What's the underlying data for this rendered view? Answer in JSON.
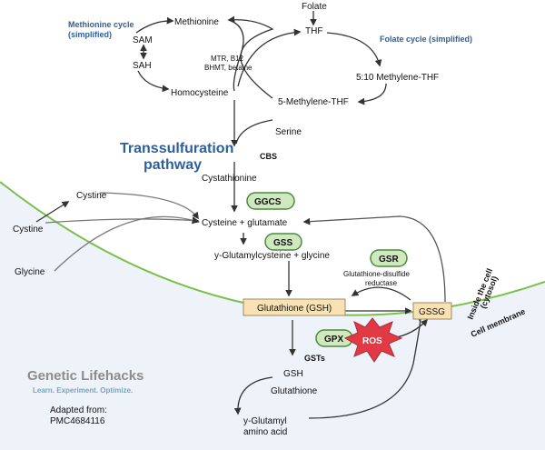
{
  "titles": {
    "methionine_cycle": [
      "Methionine cycle",
      "(simplified)"
    ],
    "folate_cycle": "Folate cycle (simplified)",
    "transsulfuration": [
      "Transsulfuration",
      "pathway"
    ]
  },
  "metabolites": {
    "methionine": "Methionine",
    "sam": "SAM",
    "sah": "SAH",
    "homocysteine": "Homocysteine",
    "folate": "Folate",
    "thf": "THF",
    "methylene_thf": "5:10 Methylene-THF",
    "methyl_thf": "5-Methylene-THF",
    "serine": "Serine",
    "cystathionine": "Cystathionine",
    "cystine_outside": "Cystine",
    "cystine_inside": "Cystine",
    "glycine": "Glycine",
    "cysteine_glutamate": "Cysteine + glutamate",
    "glutamylcysteine_glycine": "y-Glutamylcysteine + glycine",
    "gsh_box": "Glutathione (GSH)",
    "gssg_box": "GSSG",
    "gsh_out": "GSH",
    "glutathione_out": "Glutathione",
    "glutamyl_amino_acid": [
      "y-Glutamyl",
      "amino acid"
    ]
  },
  "enzymes": {
    "mtr": [
      "MTR, B12",
      "BHMT, betaine"
    ],
    "cbs": "CBS",
    "ggcs": "GGCS",
    "gss": "GSS",
    "gsr": "GSR",
    "gsr_desc": [
      "Glutathione-disulfide",
      "reductase"
    ],
    "gpx": "GPX",
    "gsts": "GSTs",
    "ros": "ROS"
  },
  "labels": {
    "inside_cell": [
      "Inside the cell",
      "(cytosol)"
    ],
    "cell_membrane": "Cell membrane"
  },
  "logo": {
    "name": "Genetic Lifehacks",
    "tagline": "Learn. Experiment. Optimize."
  },
  "credit": [
    "Adapted from:",
    "PMC4684116"
  ],
  "colors": {
    "membrane": "#7cbf4a",
    "cytosol": "#eef2f9",
    "enzyme_fill": "#cfe8c0",
    "enzyme_stroke": "#4c8a3c",
    "gsh_fill": "#f8e2b4",
    "gsh_stroke": "#9b8a64",
    "ros_fill": "#e03a45",
    "title_blue": "#2f5f9b"
  }
}
